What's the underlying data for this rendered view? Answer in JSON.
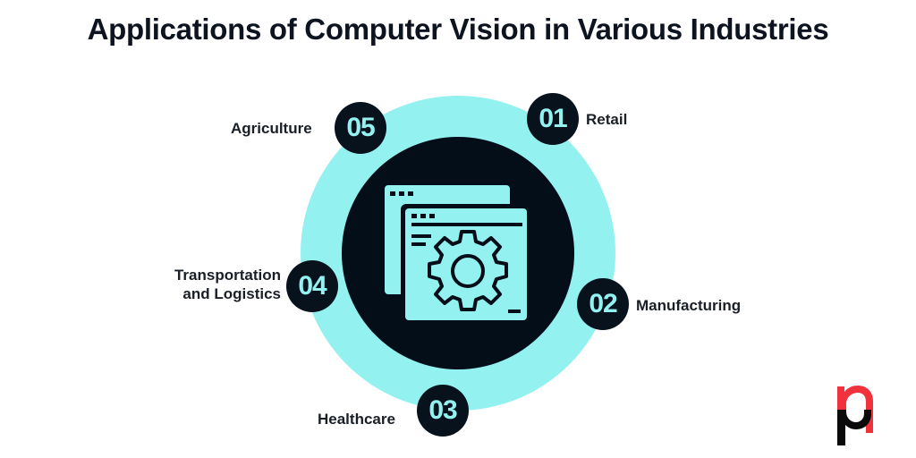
{
  "title": "Applications of Computer Vision in Various Industries",
  "colors": {
    "accent_cyan": "#93f1f0",
    "dark_navy": "#040e19",
    "text": "#1a1f27",
    "logo_red": "#f0323c",
    "logo_black": "#0a0a0a"
  },
  "center": {
    "icon": "browser-windows-gear-icon"
  },
  "items": [
    {
      "number": "01",
      "label": "Retail"
    },
    {
      "number": "02",
      "label": "Manufacturing"
    },
    {
      "number": "03",
      "label": "Healthcare"
    },
    {
      "number": "04",
      "label_line1": "Transportation",
      "label_line2": "and Logistics"
    },
    {
      "number": "05",
      "label": "Agriculture"
    }
  ],
  "logo": {
    "icon": "pn-logo-icon"
  }
}
